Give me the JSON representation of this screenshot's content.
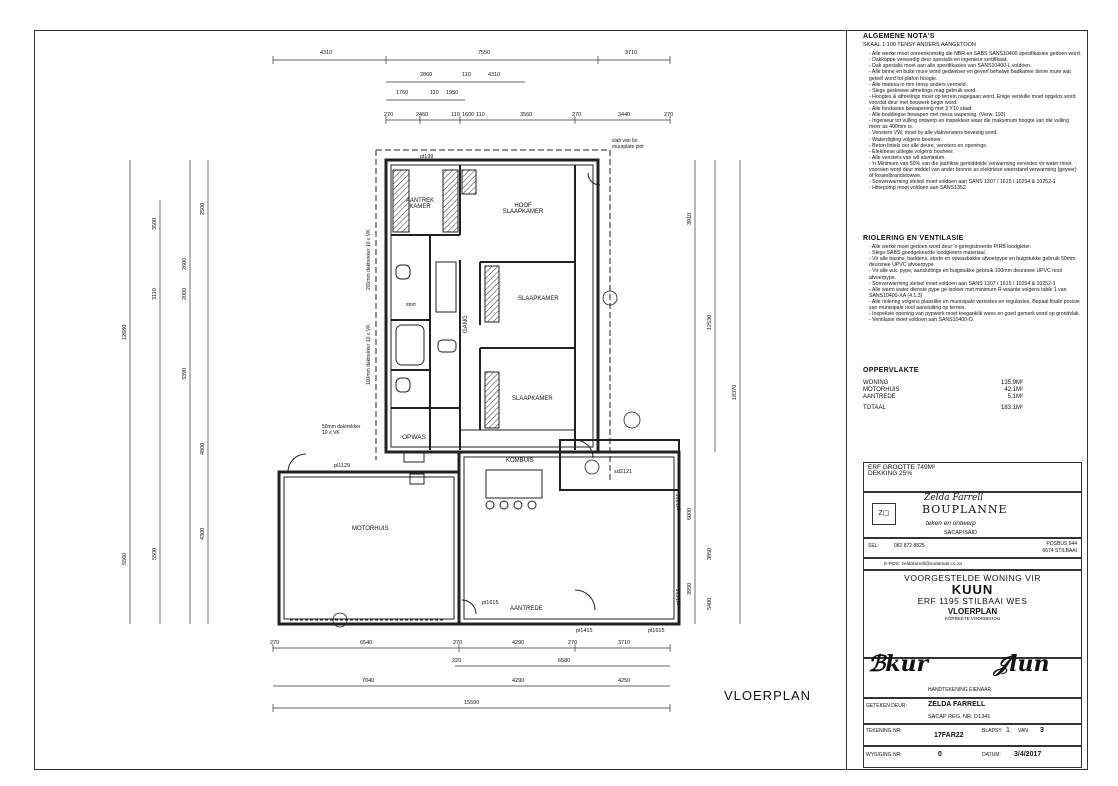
{
  "drawing_title": "VLOERPLAN",
  "rooms": {
    "aantrek_kamer": "AANTREK KAMER",
    "hoof_slaapkamer": "HOOF SLAAPKAMER",
    "slaapkamer_1": "SLAAPKAMER",
    "slaapkamer_2": "SLAAPKAMER",
    "gang": "GANG",
    "opwas": "OPWAS",
    "kombuis": "KOMBUIS",
    "motorhuis": "MOTORHUIS",
    "aantrede": "AANTREDE",
    "stort": "stort"
  },
  "annotations": {
    "vk1": "200mm daktrekker 10 ≤ VK",
    "vk2": "100mm daktrekker 10 ≤ VK",
    "vk3": "50mm daktrekker 10 ≤ VK",
    "slab_note": "slab van bo muurplate pint",
    "pl1": "pl199",
    "pl2": "pl1129",
    "pl3": "sd2121",
    "pl4": "pl1215",
    "pl5": "pl1615",
    "pl6": "pl1415",
    "pl7": "pl1615",
    "pl8": "pl1615"
  },
  "dims_top": {
    "row1": [
      "4310",
      "7550",
      "3710"
    ],
    "row2": [
      "2860",
      "110",
      "4310"
    ],
    "row3": [
      "1760",
      "110",
      "1950"
    ],
    "row4": [
      "270",
      "2460",
      "110",
      "1600",
      "110",
      "3560",
      "270",
      "3440",
      "270"
    ]
  },
  "dims_bottom": {
    "row1": [
      "270",
      "6540",
      "270",
      "4290",
      "270",
      "3710"
    ],
    "row2": [
      "220",
      "6580"
    ],
    "row3": [
      "7040",
      "4290",
      "4250"
    ],
    "total": "15590"
  },
  "dims_left": {
    "outer": [
      "12680",
      "5560"
    ],
    "mid": [
      "3500",
      "3110",
      "5500"
    ],
    "inner": [
      "2600",
      "2000",
      "3390",
      "2500",
      "4300",
      "4800"
    ]
  },
  "dims_right": {
    "outer": [
      "18370"
    ],
    "mid": [
      "12530",
      "3850",
      "6000"
    ],
    "inner": [
      "3910",
      "3950",
      "5400"
    ]
  },
  "notes": {
    "heading": "ALGEMENE NOTA'S",
    "scale": "SKAAL 1:100 TENSY ANDERS AANGETOON",
    "items": [
      "Alle werke moet ooreenkomstig die NBR en SABS SANS10400 spesifikasies gedoen word.",
      "Dakkappe verwardig deur spesialis en ingenieur sertifikaat.",
      "Dak spesialis moet aan alle spesifikasies van SANS10400-L voldoen.",
      "Alle binne en buite mure word gedweiser en geverf behalwe badkamer binne mure wat geteël word tot plafon hoogte.",
      "Alle matesa in mm tensy anders vermeld.",
      "Slegs geskrewe afmetings mag gebruik word.",
      "Hoogtes & afmetings moet op terrein nagegaan word. Enige verskille moet opgelos word voordat deur met bouwerk begin word.",
      "Alle fondasies bewapening met 3 Y10 staaf.",
      "Alle boddingse bewapen met mesa wapening. (Verw. 193)",
      "Ingenieur tot vulling ontwerp en inspekteer waar die maksimum hoogte van die vulling meer as 400mm is.",
      "Vensters VW, moet by alle vlakvensters bevestig word.",
      "Waterdigting volgens bouheer.",
      "Beton lintels oor alle deure, vensters en openinge.",
      "Elektriese uitlegte volgens bouheer.",
      "Alle vensters van wit aluminium.",
      "'n Minimum van 50% van die jaarlikse gemiddelde verwarming vereistes vir water moet voorsien word deur middel van ander bronne as elektriese weerstand verwarming (geyser) of fossielbrandstowwe.",
      "Sonverwarming stelsel moet voldoen aan SANS 1307 / 1615 / 10254 & 10252-1",
      "Hittepomp moet voldoen aan SANS1352"
    ]
  },
  "riolering": {
    "heading": "RIOLERING EN VENTILASIE",
    "items": [
      "Alle werke moet gedoen word deur 'n geregistreerde PIRB loodgieter.",
      "Slegs SABS goedgekeurde loodgieters materiaal.",
      "Vir alle basins, baddens, storte en opwasbakke afvoerpype en buigstukke gebruik 50mm deursnee UPVC afvoerpype.",
      "Vir alle w.k. pype, aansluitings en buigstukke gebruik 100mm deursnee UPVC riool afvoerpype.",
      "Sonverwarming stelsel moet voldoen aan SANS 1307 / 1615 / 10254 & 10252-1",
      "Alle warm water dienste pype ge-isoleer met minimum R-waarde volgens table 1 van SANS10400-XA (4.1.3)",
      "Alle riolering volgens plaaslike en munisipale vereistes en regulasies. Bepaal finale posisie van munisipale riool aansluiting op terrein.",
      "Inspeksie opening van pypwerk moet toeganklik wees en goed gemerk word op grondvlak.",
      "Ventilasie moet voldoen aan SANS10400-O."
    ]
  },
  "area": {
    "heading": "OPPERVLAKTE",
    "rows": [
      {
        "label": "WONING",
        "value": "135.9M²"
      },
      {
        "label": "MOTORHUIS",
        "value": "42.1M²"
      },
      {
        "label": "AANTREDE",
        "value": "5.1M²"
      }
    ],
    "total_label": "TOTAAL",
    "total_value": "183.1M²",
    "erf_size": "ERF GROOTTE 749M²",
    "coverage": "DEKKING 25%"
  },
  "company": {
    "name": "Zelda Farrell",
    "brand": "BOUPLANNE",
    "tagline": "teken en ontwerp",
    "affil": "SACAP/SAID",
    "tel_label": "SEL:",
    "tel": "082 872 8825",
    "postbus": "POSBUS 944",
    "town": "6674 STILBAAI",
    "email": "E-POS: zeldafarrell@vodamail.co.za"
  },
  "project": {
    "line1": "VOORGESTELDE WONING VIR",
    "client": "KUUN",
    "erf": "ERF 1195 STILBAAI WES",
    "sheet": "VLOERPLAN",
    "sheet_sub": "KORREKTE VOORBEHOU"
  },
  "titleblock": {
    "signature_label": "HANDTEKENING EIENAAR",
    "drawn_by_label": "GETEKEN DEUR:",
    "drawn_by": "ZELDA FARRELL",
    "reg": "SACAP REG. NR. D1341",
    "drawing_no_label": "TEKENING NR:",
    "drawing_no": "17FAR22",
    "page_label": "BLADSY",
    "page": "1",
    "of_label": "VAN",
    "of": "3",
    "rev_label": "WYSIGING NR:",
    "rev": "0",
    "date_label": "DATUM:",
    "date": "3/4/2017"
  }
}
